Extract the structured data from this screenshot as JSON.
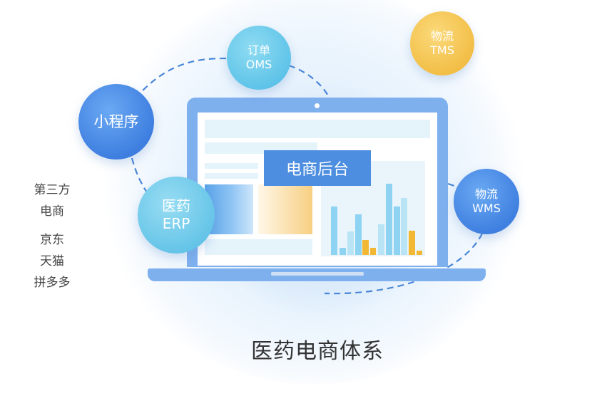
{
  "nodes": {
    "mini_program": [
      "小程序"
    ],
    "order_oms": [
      "订单",
      "OMS"
    ],
    "logistics_tms": [
      "物流",
      "TMS"
    ],
    "pharma_erp": [
      "医药",
      "ERP"
    ],
    "logistics_wms": [
      "物流",
      "WMS"
    ]
  },
  "center": {
    "label": "电商后台"
  },
  "left_channels": {
    "group1": [
      "第三方",
      "电商"
    ],
    "group2": [
      "京东",
      "天猫",
      "拼多多"
    ]
  },
  "caption": "医药电商体系",
  "colors": {
    "dark_blue_node": "#3f7fe0",
    "light_blue_node": "#5cc2e8",
    "yellow_node": "#f1bc42",
    "laptop": "#7fb0ee",
    "backend_label": "#4d8ee0",
    "bar_blue": "#8ed3f2",
    "bar_yellow": "#f2b733",
    "dashed_line": "#4a86d8"
  },
  "icons": [
    "laptop-icon",
    "camera-icon",
    "bar-chart-icon"
  ]
}
